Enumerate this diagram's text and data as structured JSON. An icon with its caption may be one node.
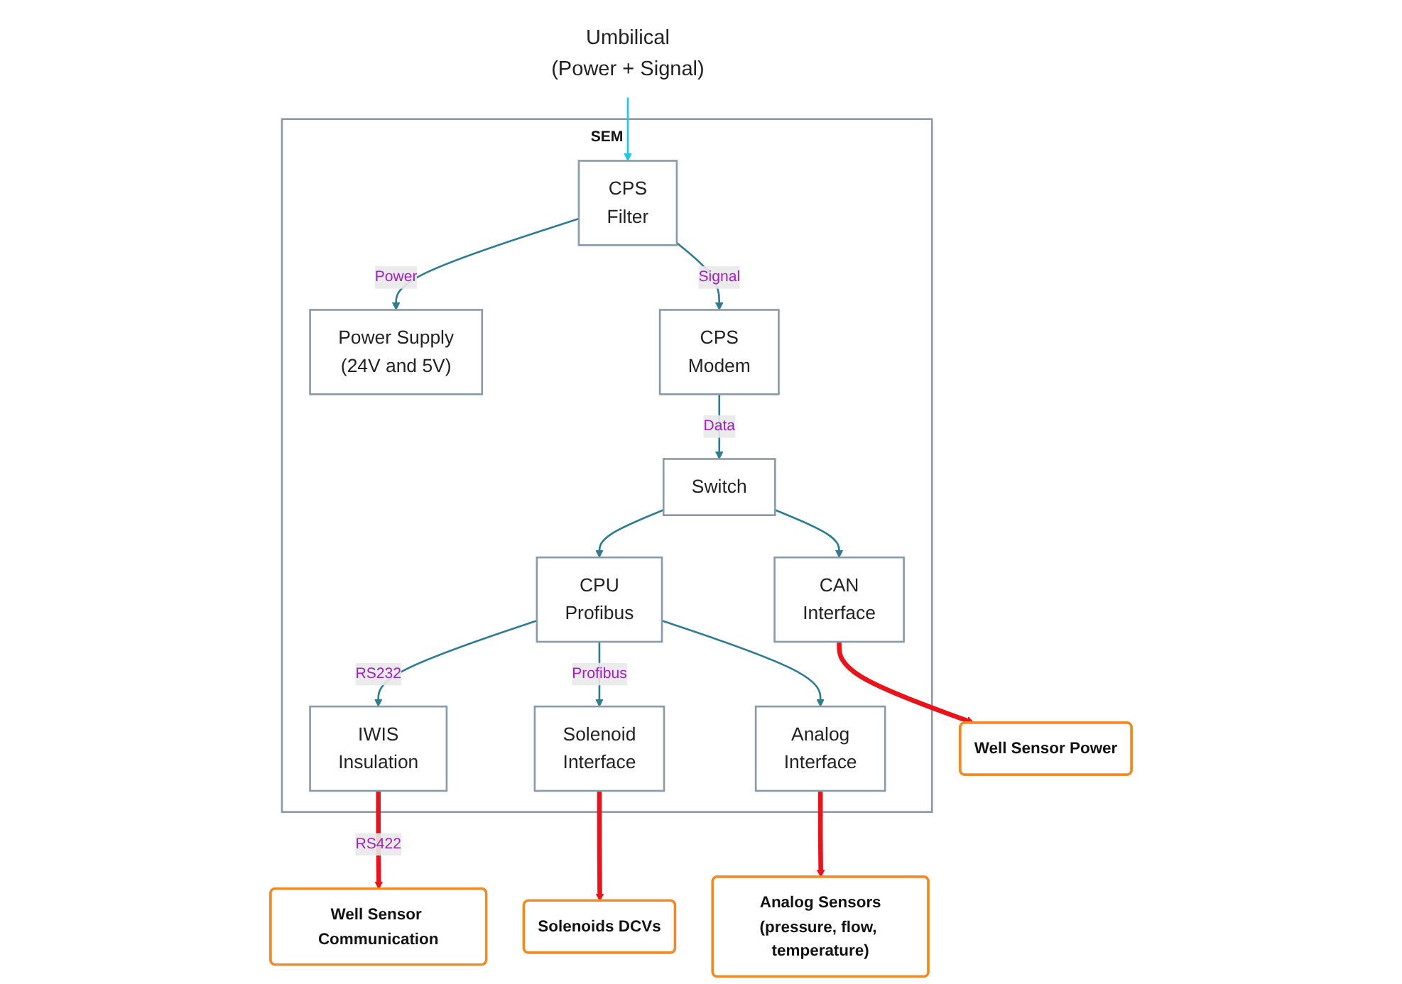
{
  "diagram": {
    "nodes": [
      {
        "text": [
          "Umbilical",
          "(Power + Signal)"
        ]
      },
      {
        "text": [
          "SEM"
        ]
      },
      {
        "text": [
          "CPS",
          "Filter"
        ],
        "in": 1
      },
      {
        "text": [
          "Power Supply",
          "(24V and 5V)"
        ],
        "in": 1
      },
      {
        "text": [
          "CPS",
          "Modem"
        ],
        "in": 1
      },
      {
        "text": [
          "Switch"
        ],
        "in": 1
      },
      {
        "text": [
          "CPU",
          "Profibus"
        ],
        "in": 1
      },
      {
        "text": [
          "Solenoid",
          "Interface"
        ],
        "in": 1
      },
      {
        "text": [
          "Analog",
          "Interface"
        ],
        "in": 1
      },
      {
        "text": [
          "CAN",
          "Interface"
        ],
        "in": 1
      },
      {
        "text": [
          "IWIS",
          "Insulation"
        ],
        "in": 1
      },
      {
        "text": [
          "Solenoids DCVs"
        ]
      },
      {
        "text": [
          "Analog Sensors",
          "(pressure, flow, temperature)"
        ]
      },
      {
        "text": [
          "Well Sensor Power"
        ]
      },
      {
        "text": [
          "Well Sensor Communication"
        ]
      }
    ],
    "edges": [
      {
        "from": 0,
        "to": 2,
        "arrow": "to",
        "color": "#1ec8e6"
      },
      {
        "from": 2,
        "to": 3,
        "arrow": "to",
        "label": "Power"
      },
      {
        "from": 2,
        "to": 4,
        "arrow": "to",
        "label": "Signal"
      },
      {
        "from": 4,
        "to": 5,
        "arrow": "to",
        "label": "Data"
      },
      {
        "from": 5,
        "to": 6,
        "arrow": "to"
      },
      {
        "from": 5,
        "to": 9,
        "arrow": "to"
      },
      {
        "from": 6,
        "to": 10,
        "arrow": "to",
        "label": "RS232"
      },
      {
        "from": 6,
        "to": 7,
        "arrow": "to",
        "label": "Profibus"
      },
      {
        "from": 6,
        "to": 8,
        "arrow": "to"
      },
      {
        "from": 7,
        "to": 11,
        "arrow": "to",
        "style": "thick",
        "color": "#e8141c"
      },
      {
        "from": 8,
        "to": 12,
        "arrow": "to",
        "style": "thick",
        "color": "#e8141c"
      },
      {
        "from": 9,
        "to": 13,
        "arrow": "to",
        "style": "thick",
        "color": "#e8141c"
      },
      {
        "from": 10,
        "to": 14,
        "arrow": "to",
        "label": "RS422",
        "style": "thick",
        "color": "#e8141c"
      }
    ]
  }
}
